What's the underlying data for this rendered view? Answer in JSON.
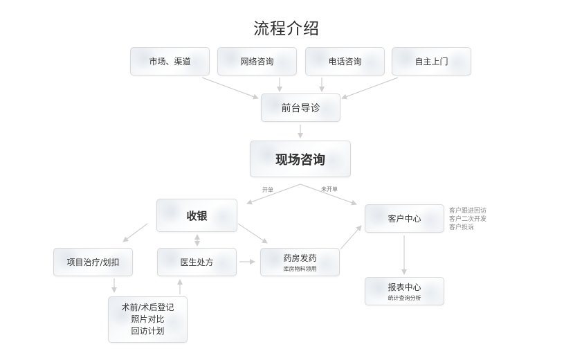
{
  "title": "流程介绍",
  "nodes": {
    "market": "市场、渠道",
    "online": "网络咨询",
    "phone": "电话咨询",
    "walkin": "自主上门",
    "reception": "前台导诊",
    "consult": "现场咨询",
    "cashier": "收银",
    "treatment": "项目治疗/划扣",
    "doctor": "医生处方",
    "pharmacy": "药房发药",
    "pharmacy_sub": "库房物料领用",
    "crm": "客户中心",
    "report": "报表中心",
    "report_sub": "统计查询分析",
    "records": [
      "术前/术后登记",
      "照片对比",
      "回访计划"
    ]
  },
  "edge_labels": {
    "billed": "开单",
    "not_billed": "未开单"
  },
  "crm_notes": [
    "客户跟进回访",
    "客户二次开发",
    "客户投诉"
  ]
}
